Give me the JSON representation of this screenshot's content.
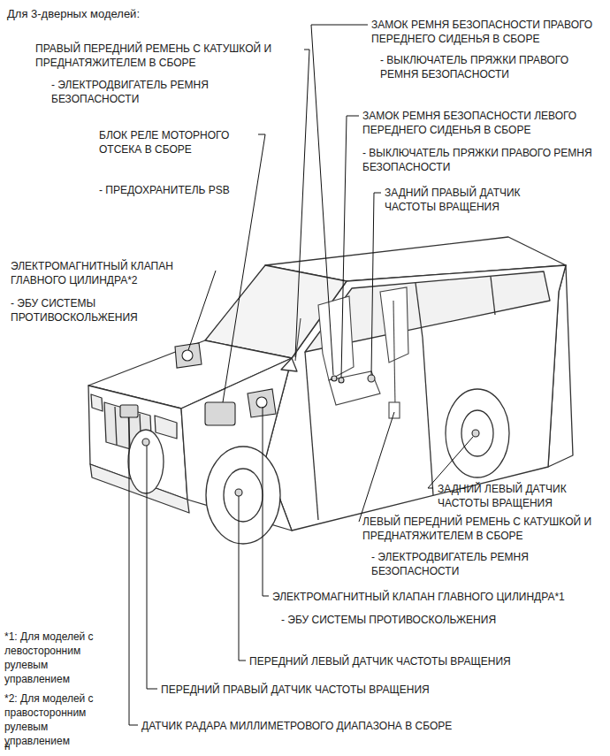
{
  "diagram": {
    "title": "Для 3-дверных моделей:",
    "labels": [
      "ЗАМОК РЕМНЯ БЕЗОПАСНОСТИ ПРАВОГО ПЕРЕДНЕГО СИДЕНЬЯ В СБОРЕ",
      "- ВЫКЛЮЧАТЕЛЬ ПРЯЖКИ ПРАВОГО РЕМНЯ БЕЗОПАСНОСТИ",
      "ПРАВЫЙ ПЕРЕДНИЙ РЕМЕНЬ С КАТУШКОЙ И ПРЕДНАТЯЖИТЕЛЕМ В СБОРЕ",
      "- ЭЛЕКТРОДВИГАТЕЛЬ РЕМНЯ БЕЗОПАСНОСТИ",
      "ЗАМОК РЕМНЯ БЕЗОПАСНОСТИ ЛЕВОГО ПЕРЕДНЕГО СИДЕНЬЯ В СБОРЕ",
      "БЛОК РЕЛЕ МОТОРНОГО ОТСЕКА В СБОРЕ",
      "- ВЫКЛЮЧАТЕЛЬ ПРЯЖКИ ПРАВОГО РЕМНЯ БЕЗОПАСНОСТИ",
      "- ПРЕДОХРАНИТЕЛЬ PSB",
      "ЗАДНИЙ ПРАВЫЙ ДАТЧИК ЧАСТОТЫ ВРАЩЕНИЯ",
      "ЭЛЕКТРОМАГНИТНЫЙ КЛАПАН ГЛАВНОГО ЦИЛИНДРА*2",
      "- ЭБУ СИСТЕМЫ ПРОТИВОСКОЛЬЖЕНИЯ",
      "ЗАДНИЙ ЛЕВЫЙ ДАТЧИК ЧАСТОТЫ ВРАЩЕНИЯ",
      "ЛЕВЫЙ ПЕРЕДНИЙ РЕМЕНЬ С КАТУШКОЙ И ПРЕДНАТЯЖИТЕЛЕМ В СБОРЕ",
      "- ЭЛЕКТРОДВИГАТЕЛЬ РЕМНЯ БЕЗОПАСНОСТИ",
      "ЭЛЕКТРОМАГНИТНЫЙ КЛАПАН ГЛАВНОГО ЦИЛИНДРА*1",
      "- ЭБУ СИСТЕМЫ ПРОТИВОСКОЛЬЖЕНИЯ",
      "*1: Для моделей с левосторонним рулевым управлением",
      "ПЕРЕДНИЙ ЛЕВЫЙ ДАТЧИК ЧАСТОТЫ ВРАЩЕНИЯ",
      "*2: Для моделей с правосторонним рулевым управлением",
      "ПЕРЕДНИЙ ПРАВЫЙ ДАТЧИК ЧАСТОТЫ ВРАЩЕНИЯ",
      "ДАТЧИК РАДАРА МИЛЛИМЕТРОВОГО ДИАПАЗОНА В СБОРЕ",
      "н"
    ]
  }
}
